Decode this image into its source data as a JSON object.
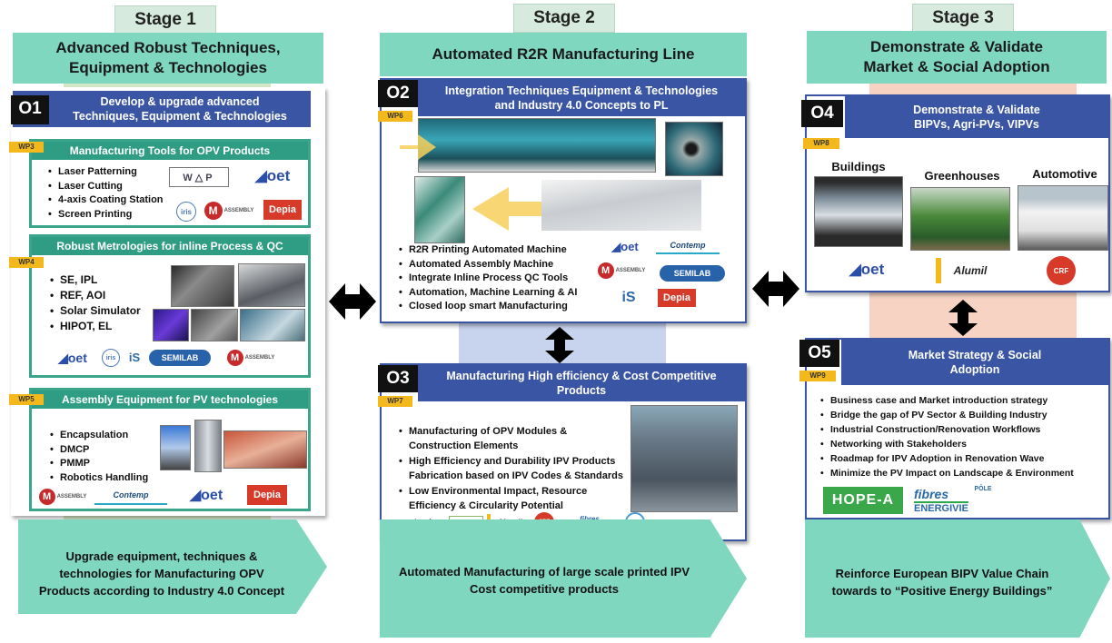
{
  "stages": {
    "s1": {
      "tab": "Stage 1",
      "title": "Advanced Robust Techniques,\nEquipment & Technologies"
    },
    "s2": {
      "tab": "Stage 2",
      "title": "Automated R2R Manufacturing Line"
    },
    "s3": {
      "tab": "Stage 3",
      "title": "Demonstrate & Validate\nMarket & Social Adoption"
    }
  },
  "o1": {
    "code": "O1",
    "title": "Develop & upgrade advanced\nTechniques, Equipment & Technologies",
    "wp3": {
      "wp": "WP3",
      "title": "Manufacturing  Tools for OPV Products",
      "items": [
        "Laser Patterning",
        "Laser Cutting",
        "4-axis Coating Station",
        "Screen Printing"
      ]
    },
    "wp4": {
      "wp": "WP4",
      "title": "Robust Metrologies for inline Process & QC",
      "items": [
        "SE, IPL",
        "REF, AOI",
        "Solar Simulator",
        "HIPOT, EL"
      ]
    },
    "wp5": {
      "wp": "WP5",
      "title": "Assembly Equipment for PV technologies",
      "items": [
        "Encapsulation",
        "DMCP",
        "PMMP",
        "Robotics Handling"
      ]
    }
  },
  "o2": {
    "code": "O2",
    "wp": "WP6",
    "title": "Integration Techniques Equipment & Technologies\nand Industry 4.0 Concepts to PL",
    "items": [
      "R2R Printing Automated Machine",
      "Automated Assembly Machine",
      "Integrate Inline Process QC Tools",
      "Automation, Machine Learning & AI",
      "Closed loop smart Manufacturing"
    ]
  },
  "o3": {
    "code": "O3",
    "wp": "WP7",
    "title": "Manufacturing  High efficiency & Cost Competitive\nProducts",
    "items": [
      "Manufacturing of OPV Modules &\nConstruction Elements",
      "High Efficiency and Durability IPV Products\nFabrication based on IPV Codes & Standards",
      "Low Environmental Impact, Resource\nEfficiency & Circularity Potential"
    ]
  },
  "o4": {
    "code": "O4",
    "wp": "WP8",
    "title": "Demonstrate & Validate\nBIPVs, Agri-PVs, VIPVs",
    "labels": [
      "Buildings",
      "Greenhouses",
      "Automotive"
    ]
  },
  "o5": {
    "code": "O5",
    "wp": "WP9",
    "title": "Market Strategy  & Social\nAdoption",
    "items": [
      "Business case and Market introduction strategy",
      "Bridge the gap of PV Sector & Building Industry",
      "Industrial Construction/Renovation Workflows",
      "Networking with Stakeholders",
      "Roadmap for IPV Adoption in Renovation Wave",
      "Minimize the PV Impact on Landscape & Environment"
    ]
  },
  "logos": {
    "oet": "◢oet",
    "wop": "W△P",
    "semilab": "SEMILAB",
    "depia": "Depia",
    "assembly": "ASSEMBLY",
    "iris": "iris",
    "is": "iS",
    "contempl": "Contemp",
    "alumil": "Alumil",
    "crf": "CRF",
    "scope": "SCOPE",
    "hopea": "HOPE-A",
    "fibres": "fibres",
    "energivie": "ENERGIVIE",
    "pole": "PÔLE"
  },
  "bottom": {
    "b1": "Upgrade equipment, techniques &\ntechnologies for Manufacturing OPV\nProducts according to Industry 4.0 Concept",
    "b2": "Automated Manufacturing of large scale printed IPV\nCost competitive products",
    "b3": "Reinforce European BIPV Value Chain\ntowards to “Positive Energy Buildings”"
  },
  "colors": {
    "teal": "#7fd7c0",
    "navy": "#3a55a4",
    "gold": "#f2b81c",
    "greenCard": "#2f9d84"
  }
}
